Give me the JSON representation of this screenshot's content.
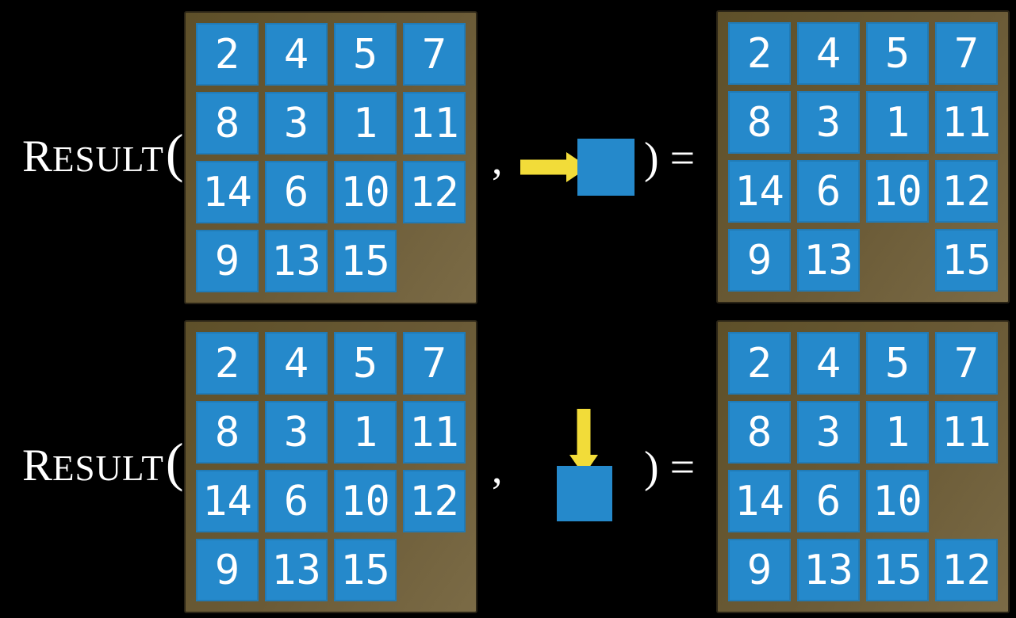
{
  "colors": {
    "background": "#000000",
    "tile": "#2589CB",
    "frame": "#6A5A36",
    "frame_dark": "#5E5029",
    "frame_light": "#7B6B46",
    "frame_border": "#2A2416",
    "arrow": "#F2DC39",
    "text": "#FFFFFF"
  },
  "label": {
    "lead": "R",
    "rest": "ESULT",
    "paren": "("
  },
  "comma": ",",
  "close": ") =",
  "rows": [
    {
      "action": "slide-right",
      "icon": "right-arrow-icon",
      "state": [
        [
          "2",
          "4",
          "5",
          "7"
        ],
        [
          "8",
          "3",
          "1",
          "11"
        ],
        [
          "14",
          "6",
          "10",
          "12"
        ],
        [
          "9",
          "13",
          "15",
          ""
        ]
      ],
      "result": [
        [
          "2",
          "4",
          "5",
          "7"
        ],
        [
          "8",
          "3",
          "1",
          "11"
        ],
        [
          "14",
          "6",
          "10",
          "12"
        ],
        [
          "9",
          "13",
          "",
          "15"
        ]
      ]
    },
    {
      "action": "slide-down",
      "icon": "down-arrow-icon",
      "state": [
        [
          "2",
          "4",
          "5",
          "7"
        ],
        [
          "8",
          "3",
          "1",
          "11"
        ],
        [
          "14",
          "6",
          "10",
          "12"
        ],
        [
          "9",
          "13",
          "15",
          ""
        ]
      ],
      "result": [
        [
          "2",
          "4",
          "5",
          "7"
        ],
        [
          "8",
          "3",
          "1",
          "11"
        ],
        [
          "14",
          "6",
          "10",
          ""
        ],
        [
          "9",
          "13",
          "15",
          "12"
        ]
      ]
    }
  ]
}
